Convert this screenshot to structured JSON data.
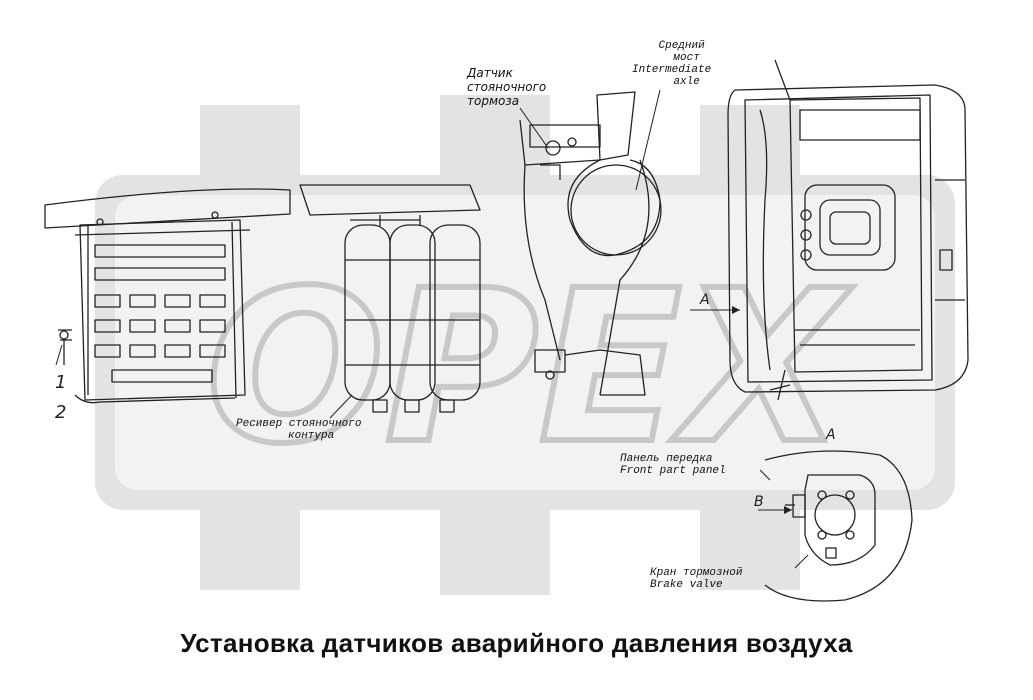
{
  "caption": "Установка датчиков аварийного давления воздуха",
  "watermark": "OPEX",
  "labels": {
    "sensor": [
      "Датчик",
      "стояночного",
      "тормоза"
    ],
    "middle_axle": [
      "Средний",
      "мост",
      "Intermediate",
      "axle"
    ],
    "receiver": [
      "Ресивер стояночного",
      "контура"
    ],
    "panel": [
      "Панель передка",
      "Front part panel"
    ],
    "valve": [
      "Кран тормозной",
      "Brake valve"
    ]
  },
  "callouts": {
    "item1": "1",
    "item2": "2",
    "view_a_arrow": "A",
    "view_a_title": "A",
    "view_b": "B"
  },
  "colors": {
    "line": "#222222",
    "watermark": "#dcdcdc",
    "background": "#ffffff"
  }
}
